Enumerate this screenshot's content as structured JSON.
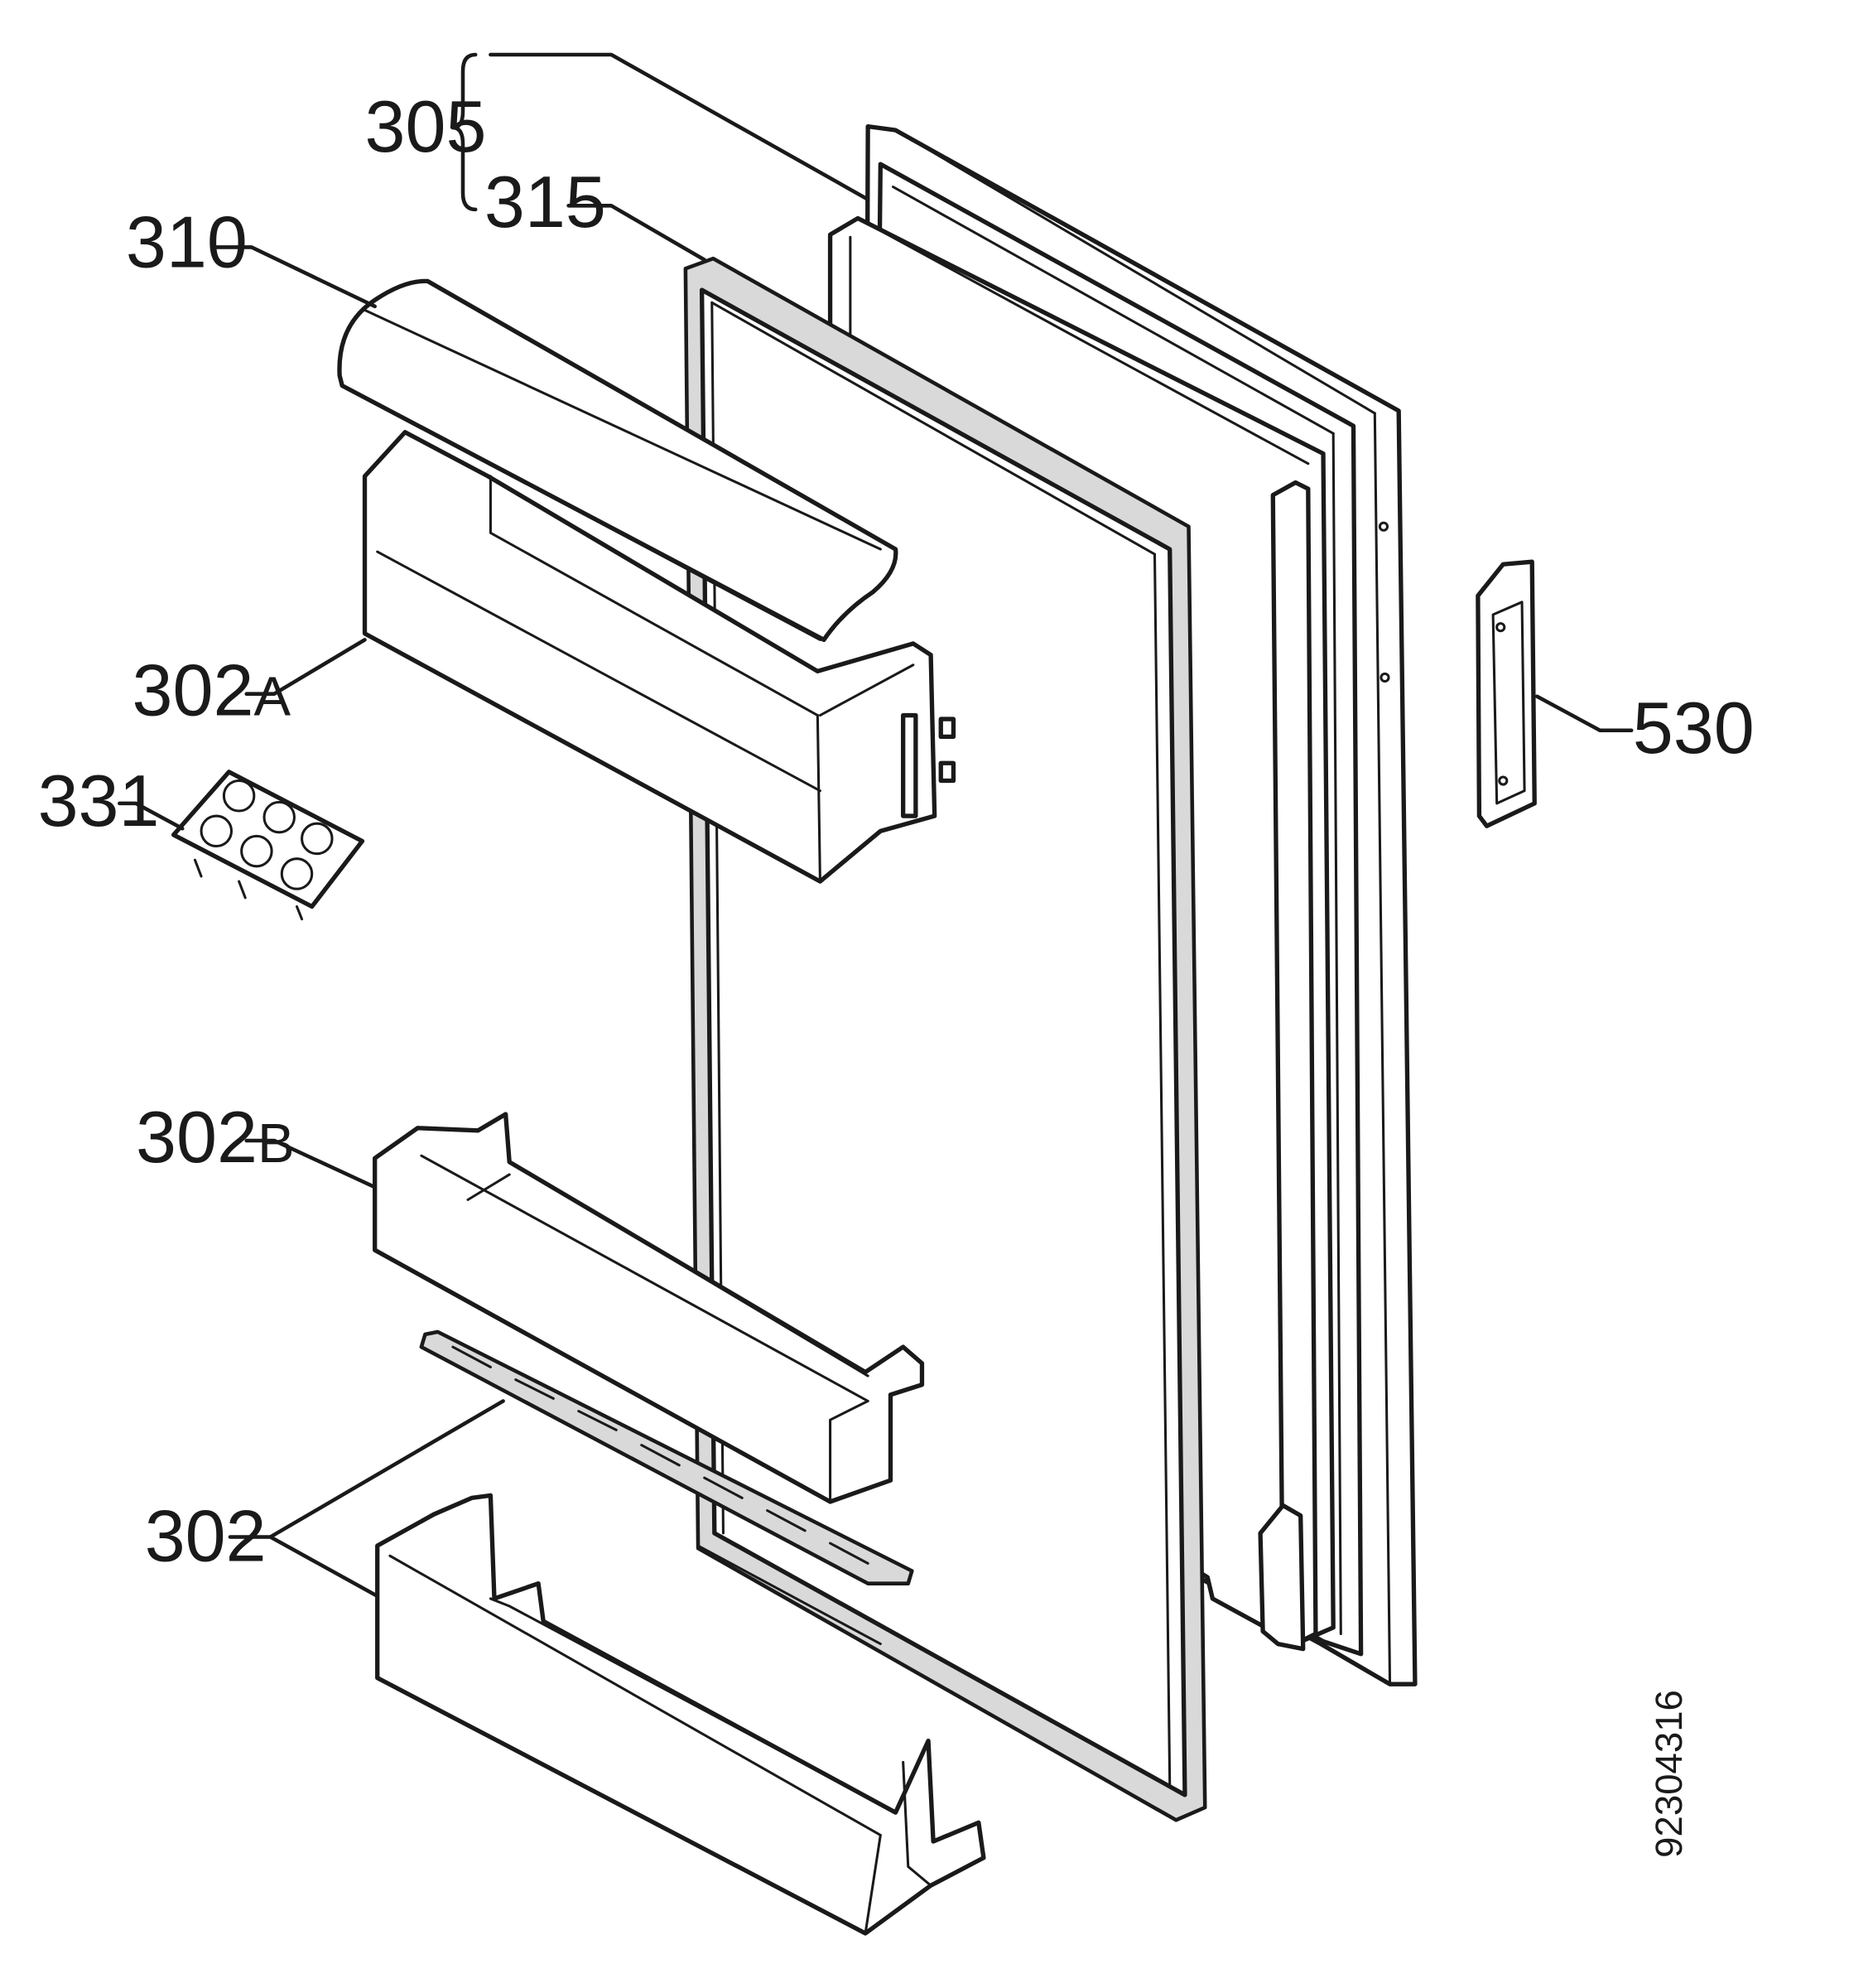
{
  "diagram": {
    "labels": {
      "p305": "305",
      "p315": "315",
      "p310": "310",
      "p302a_num": "302",
      "p302a_suffix": "A",
      "p331": "331",
      "p530": "530",
      "p302b_num": "302",
      "p302b_suffix": "B",
      "p302": "302"
    },
    "drawing_code": "92304316"
  }
}
